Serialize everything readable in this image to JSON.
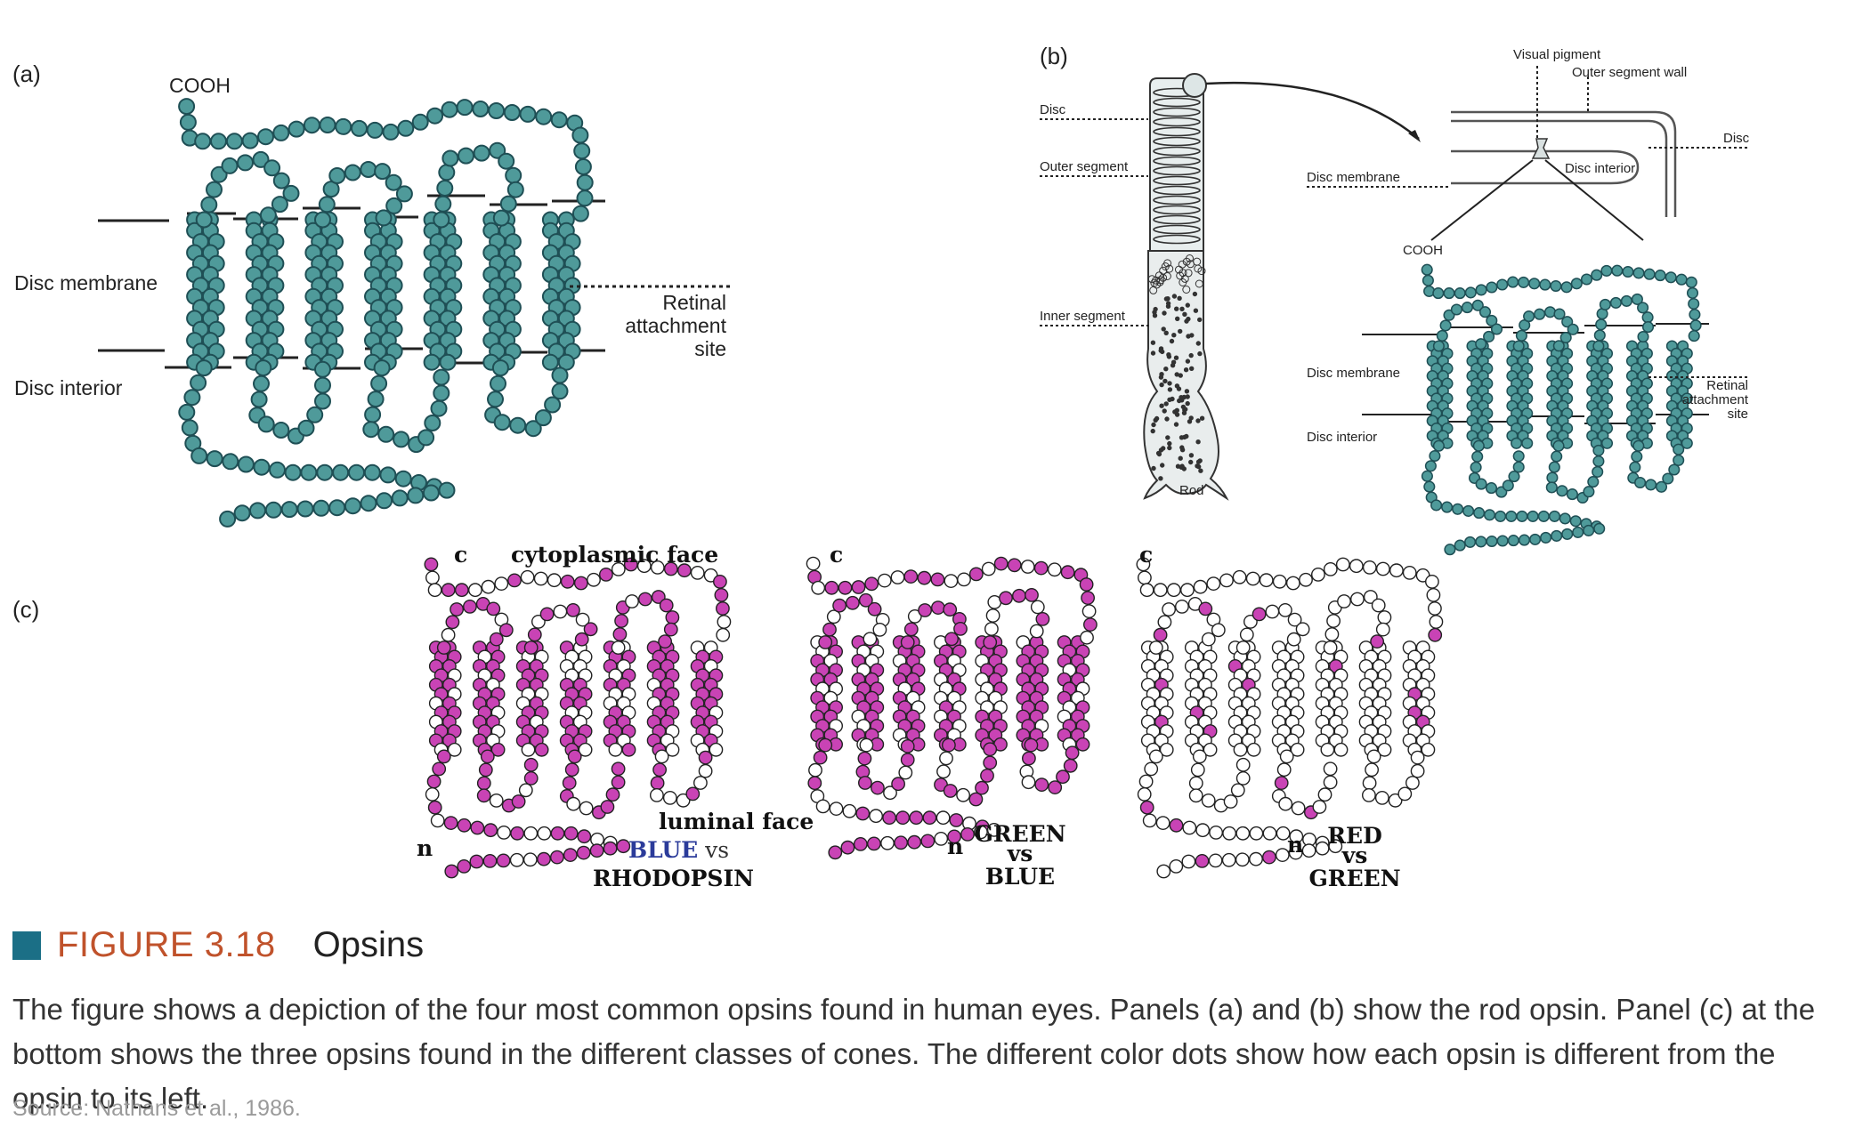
{
  "panels": {
    "a": {
      "label": "(a)",
      "cooh": "COOH",
      "disc_membrane": "Disc membrane",
      "disc_interior": "Disc interior",
      "retinal_1": "Retinal",
      "retinal_2": "attachment",
      "retinal_3": "site"
    },
    "b": {
      "label": "(b)",
      "disc": "Disc",
      "outer_segment": "Outer segment",
      "inner_segment": "Inner segment",
      "rod": "Rod",
      "visual_pigment": "Visual pigment",
      "outer_segment_wall": "Outer segment wall",
      "disc_right": "Disc",
      "disc_interior_box": "Disc interior",
      "disc_membrane_top": "Disc membrane",
      "cooh": "COOH",
      "disc_membrane": "Disc membrane",
      "disc_interior": "Disc interior",
      "retinal_1": "Retinal",
      "retinal_2": "attachment",
      "retinal_3": "site"
    },
    "c": {
      "label": "(c)",
      "cytoplasmic_face": "cytoplasmic face",
      "luminal_face": "luminal face",
      "c_mark": "c",
      "n_mark": "n",
      "comparisons": [
        {
          "line1": "BLUE",
          "line1_tail": " vs",
          "line2": "RHODOPSIN",
          "color1": "#2b3b9a",
          "color2": "#1c1c3a"
        },
        {
          "line1": "GREEN",
          "vs": "vs",
          "line2": "BLUE",
          "color1": "#1e6b3a",
          "color2": "#2b3b9a"
        },
        {
          "line1": "RED",
          "vs": "vs",
          "line2": "GREEN",
          "color1": "#d9262a",
          "color2": "#1e8a4a"
        }
      ]
    }
  },
  "caption": {
    "figure_number": "FIGURE 3.18",
    "title": "Opsins",
    "body": "The figure shows a depiction of the four most common opsins found in human eyes. Panels (a) and (b) show the rod opsin. Panel (c) at the bottom shows the three opsins found in the different classes of cones. The different color dots show how each opsin is different from the opsin to its left.",
    "source": "Source: Nathans et al., 1986."
  },
  "colors": {
    "teal_bead": "#4f9a9a",
    "teal_bead_stroke": "#1f4f55",
    "magenta_bead": "#c943b5",
    "accent_square": "#1b6f86",
    "figure_number": "#c0522b"
  }
}
